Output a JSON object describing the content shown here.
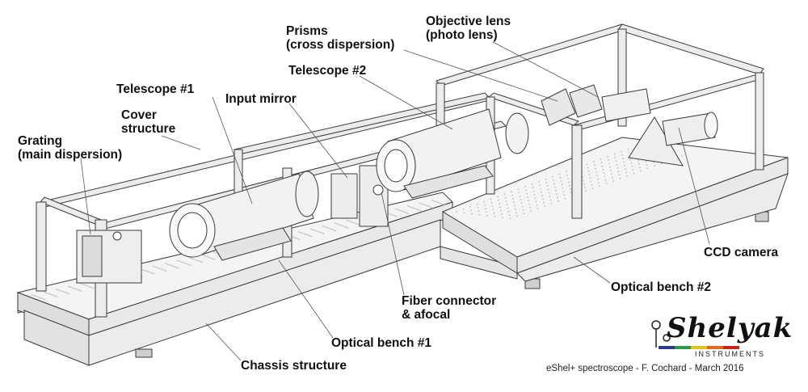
{
  "labels": {
    "grating": "Grating\n(main dispersion)",
    "cover": "Cover\nstructure",
    "telescope1": "Telescope #1",
    "input_mirror": "Input mirror",
    "prisms": "Prisms\n(cross dispersion)",
    "telescope2": "Telescope #2",
    "objective": "Objective lens\n(photo lens)",
    "ccd": "CCD camera",
    "bench2": "Optical bench #2",
    "fiber": "Fiber connector\n& afocal",
    "bench1": "Optical bench #1",
    "chassis": "Chassis structure"
  },
  "logo": {
    "name": "Shelyak",
    "sub": "INSTRUMENTS"
  },
  "credit": "eShel+ spectroscope - F. Cochard - March 2016",
  "colors": {
    "line": "#3a3a3a",
    "frame": "#e8e8e8",
    "bench": "#f1f1f1",
    "text": "#111111"
  }
}
